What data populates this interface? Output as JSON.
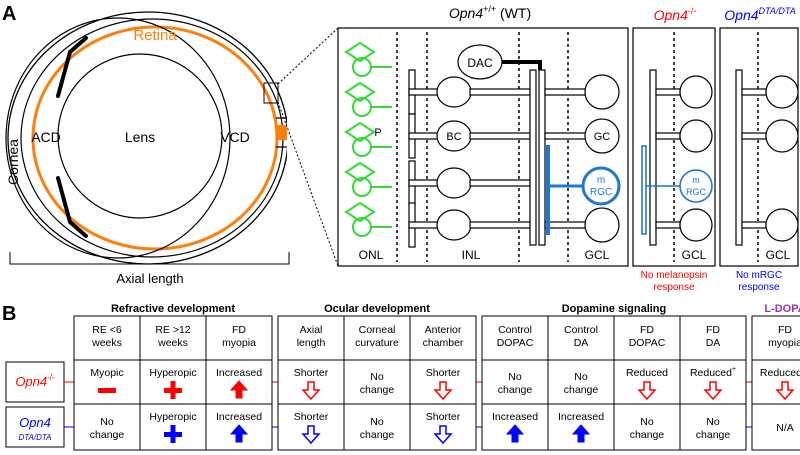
{
  "panelA": {
    "letter": "A",
    "eye": {
      "retina": "Retina",
      "cornea": "Cornea",
      "acd": "ACD",
      "lens": "Lens",
      "vcd": "VCD",
      "axial_length": "Axial length"
    },
    "wt": {
      "title_gene": "Opn4",
      "title_sup": "+/+",
      "title_tail": " (WT)",
      "dac": "DAC",
      "p": "P",
      "bc": "BC",
      "gc": "GC",
      "mrgc_1": "m",
      "mrgc_2": "RGC",
      "onl": "ONL",
      "inl": "INL",
      "gcl": "GCL"
    },
    "ko": {
      "title_gene": "Opn4",
      "title_sup": "-/-",
      "mrgc_1": "m",
      "mrgc_2": "RGC",
      "gcl": "GCL",
      "note_1": "No melanopsin",
      "note_2": "response"
    },
    "dta": {
      "title_gene": "Opn4",
      "title_sup": "DTA/DTA",
      "gcl": "GCL",
      "note_1": "No mRGC",
      "note_2": "response"
    }
  },
  "panelB": {
    "letter": "B",
    "groups": [
      {
        "label": "Refractive development",
        "color": "#000000"
      },
      {
        "label": "Ocular development",
        "color": "#000000"
      },
      {
        "label": "Dopamine signaling",
        "color": "#000000"
      },
      {
        "label": "L-DOPA",
        "color": "#9b30c8"
      }
    ],
    "columns": [
      {
        "l1": "RE <6",
        "l2": "weeks",
        "l3": ""
      },
      {
        "l1": "RE >12",
        "l2": "weeks",
        "l3": ""
      },
      {
        "l1": "FD",
        "l2": "myopia",
        "l3": ""
      },
      {
        "l1": "Axial",
        "l2": "length",
        "l3": ""
      },
      {
        "l1": "Corneal",
        "l2": "curvature",
        "l3": ""
      },
      {
        "l1": "Anterior",
        "l2": "chamber",
        "l3": ""
      },
      {
        "l1": "Control",
        "l2": "DOPAC",
        "l3": ""
      },
      {
        "l1": "Control",
        "l2": "DA",
        "l3": ""
      },
      {
        "l1": "FD",
        "l2": "DOPAC",
        "l3": ""
      },
      {
        "l1": "FD",
        "l2": "DA",
        "l3": ""
      },
      {
        "l1": "FD",
        "l2": "myopia",
        "l3": ""
      }
    ],
    "rows": [
      {
        "gene": "Opn4",
        "sup": "-/-",
        "color": "#ff0000",
        "cells": [
          {
            "t1": "Myopic",
            "t2": "",
            "sup": "",
            "icon": "minus-icon"
          },
          {
            "t1": "Hyperopic",
            "t2": "",
            "sup": "",
            "icon": "plus-icon"
          },
          {
            "t1": "Increased",
            "t2": "",
            "sup": "",
            "icon": "filled-up-arrow-icon"
          },
          {
            "t1": "Shorter",
            "t2": "",
            "sup": "",
            "icon": "hollow-down-arrow-icon"
          },
          {
            "t1": "No",
            "t2": "change",
            "sup": "",
            "icon": ""
          },
          {
            "t1": "Shorter",
            "t2": "",
            "sup": "",
            "icon": "hollow-down-arrow-icon"
          },
          {
            "t1": "No",
            "t2": "change",
            "sup": "",
            "icon": ""
          },
          {
            "t1": "No",
            "t2": "change",
            "sup": "",
            "icon": ""
          },
          {
            "t1": "Reduced",
            "t2": "",
            "sup": "",
            "icon": "hollow-down-arrow-icon"
          },
          {
            "t1": "Reduced",
            "t2": "",
            "sup": "+",
            "icon": "hollow-down-arrow-icon"
          },
          {
            "t1": "Reduced",
            "t2": "",
            "sup": "++",
            "icon": "hollow-down-arrow-icon"
          }
        ]
      },
      {
        "gene": "Opn4",
        "sup": "DTA/DTA",
        "color": "#0000ff",
        "cells": [
          {
            "t1": "No",
            "t2": "change",
            "sup": "",
            "icon": ""
          },
          {
            "t1": "Hyperopic",
            "t2": "",
            "sup": "",
            "icon": "plus-icon"
          },
          {
            "t1": "Increased",
            "t2": "",
            "sup": "",
            "icon": "filled-up-arrow-icon"
          },
          {
            "t1": "Shorter",
            "t2": "",
            "sup": "",
            "icon": "hollow-down-arrow-icon"
          },
          {
            "t1": "No",
            "t2": "change",
            "sup": "",
            "icon": ""
          },
          {
            "t1": "Shorter",
            "t2": "",
            "sup": "",
            "icon": "hollow-down-arrow-icon"
          },
          {
            "t1": "Increased",
            "t2": "",
            "sup": "",
            "icon": "filled-up-arrow-icon"
          },
          {
            "t1": "Increased",
            "t2": "",
            "sup": "",
            "icon": "filled-up-arrow-icon"
          },
          {
            "t1": "No",
            "t2": "change",
            "sup": "",
            "icon": ""
          },
          {
            "t1": "No",
            "t2": "change",
            "sup": "",
            "icon": ""
          },
          {
            "t1": "N/A",
            "t2": "",
            "sup": "",
            "icon": ""
          }
        ]
      }
    ]
  },
  "colors": {
    "retina": "#ff7f0e",
    "photoreceptor": "#33dd33",
    "mrgc": "#1f77d4",
    "ko": "#ff0000",
    "dta": "#0000ff",
    "ldopa": "#9b30c8"
  }
}
